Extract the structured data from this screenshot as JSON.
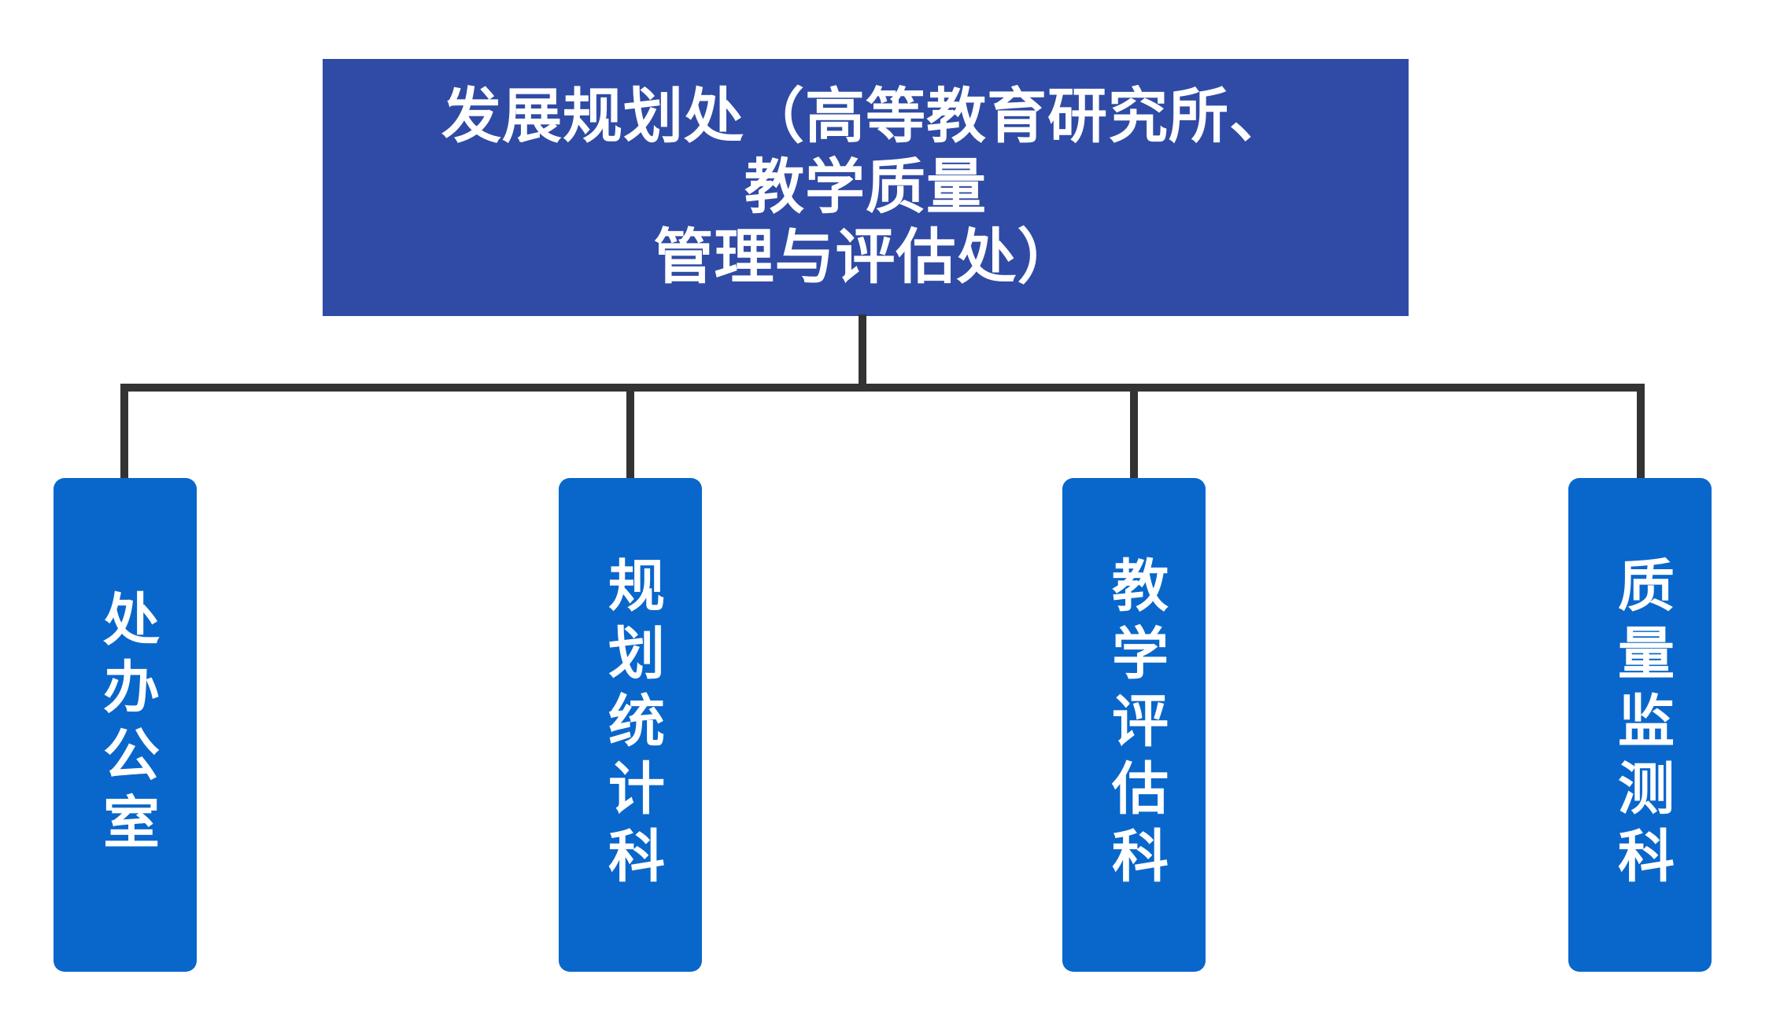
{
  "diagram": {
    "type": "organizational-chart",
    "orientation": "top-down",
    "background_color": "#FFFFFF",
    "root": {
      "label": "发展规划处（高等教育研究所、教学质量管理与评估处）",
      "line_1": "发展规划处（高等教育研究所、教学质量",
      "line_2": "管理与评估处）",
      "fill_color": "#2F4BA5",
      "text_color": "#FFFFFF"
    },
    "connector": {
      "color": "#333333",
      "style": "orthogonal-elbow"
    },
    "children": [
      {
        "label": "处办公室",
        "fill_color": "#0967CB",
        "text_color": "#FFFFFF",
        "text_direction": "vertical"
      },
      {
        "label": "规划统计科",
        "fill_color": "#0967CB",
        "text_color": "#FFFFFF",
        "text_direction": "vertical"
      },
      {
        "label": "教学评估科",
        "fill_color": "#0967CB",
        "text_color": "#FFFFFF",
        "text_direction": "vertical"
      },
      {
        "label": "质量监测科",
        "fill_color": "#0967CB",
        "text_color": "#FFFFFF",
        "text_direction": "vertical"
      }
    ]
  }
}
